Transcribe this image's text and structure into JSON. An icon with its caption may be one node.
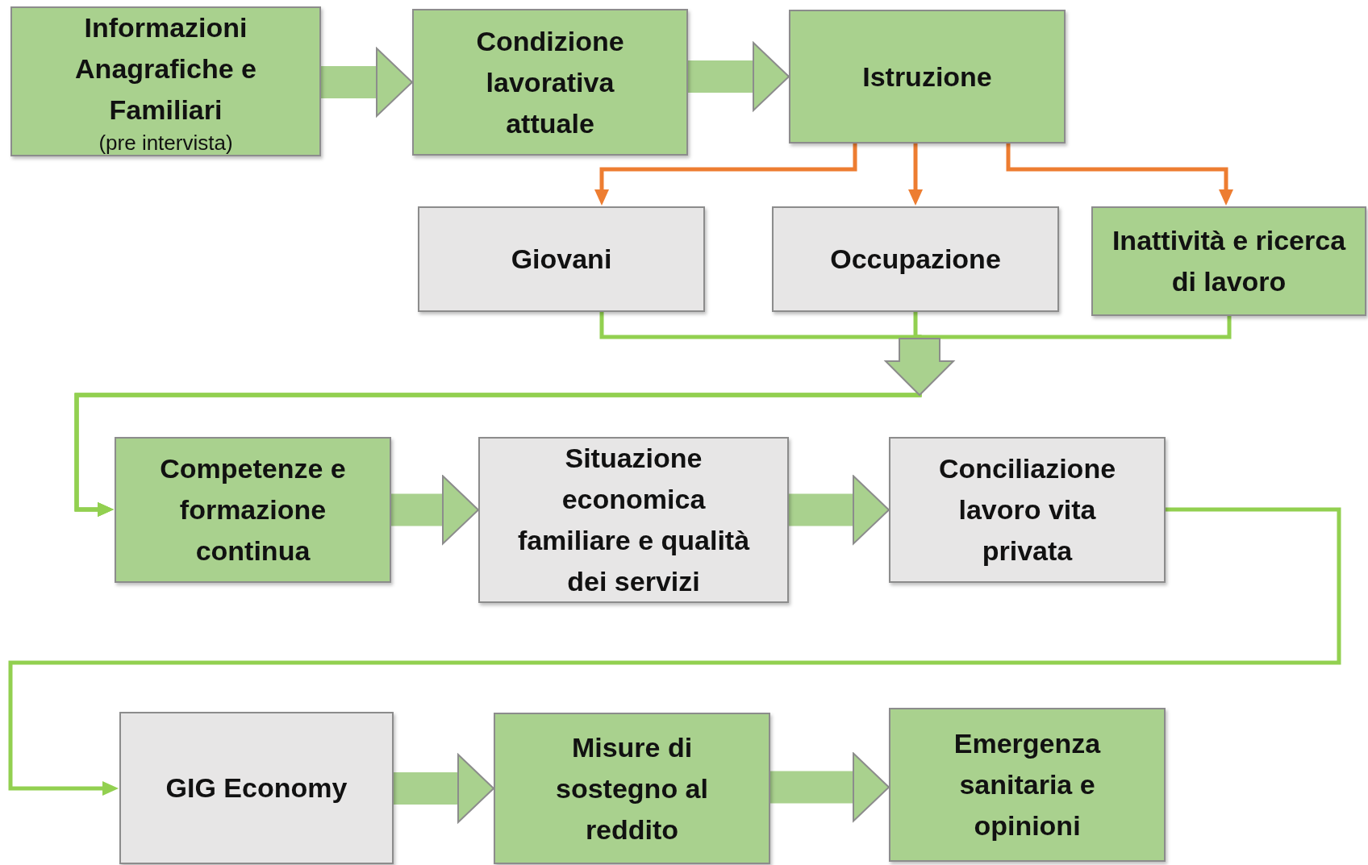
{
  "diagram": {
    "nodes": [
      {
        "text": [
          "Informazioni Anagrafiche e Familiari",
          "(pre intervista)"
        ]
      },
      {
        "text": [
          "Condizione lavorativa attuale"
        ]
      },
      {
        "text": [
          "Istruzione"
        ]
      },
      {
        "text": [
          "Giovani"
        ]
      },
      {
        "text": [
          "Occupazione"
        ]
      },
      {
        "text": [
          "Inattività e ricerca di lavoro"
        ]
      },
      {
        "text": [
          "Competenze e formazione continua"
        ]
      },
      {
        "text": [
          "Situazione economica familiare e qualità dei servizi"
        ]
      },
      {
        "text": [
          "Conciliazione lavoro vita privata"
        ]
      },
      {
        "text": [
          "GIG Economy"
        ]
      },
      {
        "text": [
          "Misure di sostegno al reddito"
        ]
      },
      {
        "text": [
          "Emergenza sanitaria e opinioni"
        ]
      }
    ],
    "edges": [
      {
        "from": 0,
        "to": 1,
        "arrow": "to",
        "style": "thick"
      },
      {
        "from": 1,
        "to": 2,
        "arrow": "to",
        "style": "thick"
      },
      {
        "from": 2,
        "to": 3,
        "arrow": "to",
        "color": "#ed7d31"
      },
      {
        "from": 2,
        "to": 4,
        "arrow": "to",
        "color": "#ed7d31"
      },
      {
        "from": 2,
        "to": 5,
        "arrow": "to",
        "color": "#ed7d31"
      },
      {
        "from": 3,
        "to": 6,
        "arrow": "to",
        "color": "#92d050"
      },
      {
        "from": 4,
        "to": 6,
        "arrow": "to",
        "color": "#92d050"
      },
      {
        "from": 5,
        "to": 6,
        "arrow": "to",
        "color": "#92d050"
      },
      {
        "from": 6,
        "to": 7,
        "arrow": "to",
        "style": "thick"
      },
      {
        "from": 7,
        "to": 8,
        "arrow": "to",
        "style": "thick"
      },
      {
        "from": 8,
        "to": 9,
        "arrow": "to",
        "color": "#92d050"
      },
      {
        "from": 9,
        "to": 10,
        "arrow": "to",
        "style": "thick"
      },
      {
        "from": 10,
        "to": 11,
        "arrow": "to",
        "style": "thick"
      }
    ]
  }
}
